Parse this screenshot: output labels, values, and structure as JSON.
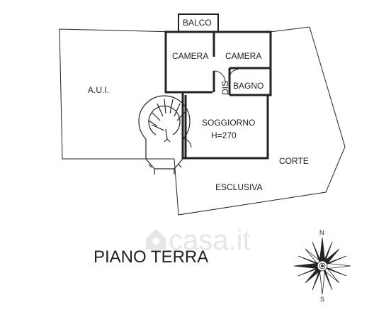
{
  "rooms": {
    "balco": "BALCO",
    "camera_left": "CAMERA",
    "camera_right": "CAMERA",
    "dis": "DIS",
    "bagno": "BAGNO",
    "aui": "A.U.I.",
    "soggiorno": "SOGGIORNO",
    "height": "H=270",
    "corte": "CORTE",
    "esclusiva": "ESCLUSIVA"
  },
  "title": "PIANO TERRA",
  "compass": {
    "north": "N",
    "south": "S"
  },
  "watermark": {
    "text": "casa.it",
    "logo": "house-logo"
  },
  "colors": {
    "line": "#222222",
    "watermark": "#e6e6e6"
  }
}
